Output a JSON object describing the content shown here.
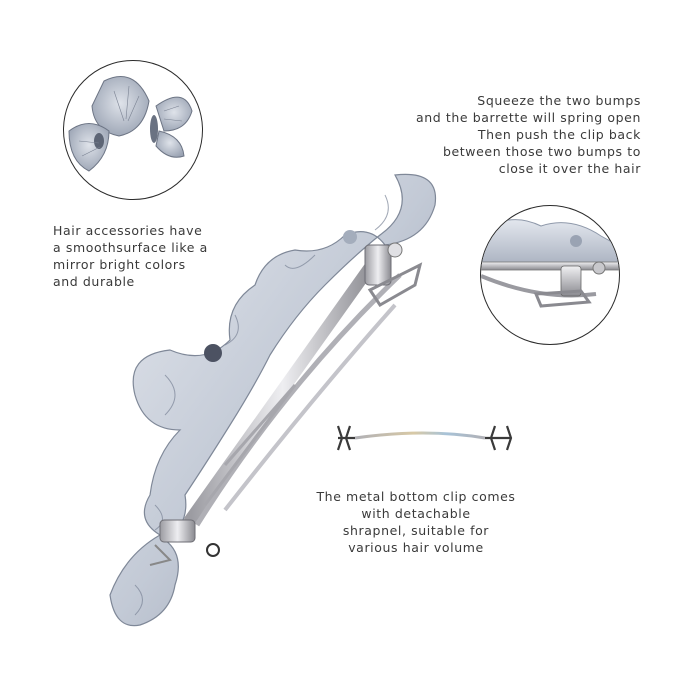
{
  "captions": {
    "left": [
      "Hair accessories have",
      "a smoothsurface like a",
      "mirror bright colors",
      "and durable"
    ],
    "right": [
      "Squeeze the two bumps",
      "and the barrette will spring open",
      "Then push the clip back",
      "between those two bumps to",
      "close it over the hair"
    ],
    "bottom": [
      "The metal bottom clip comes",
      "with detachable",
      "shrapnel, suitable for",
      "various hair volume"
    ]
  },
  "colors": {
    "acetate": "#c9d0dc",
    "acetate_dark": "#8f99aa",
    "metal": "#c8c8cc",
    "metal_dark": "#7d7d84",
    "border": "#2b2b2b"
  },
  "icons": {
    "detail_butterfly": "butterfly-closeup",
    "detail_clasp": "clasp-closeup",
    "product": "butterfly-barrette",
    "spring_clip": "detachable-spring"
  }
}
